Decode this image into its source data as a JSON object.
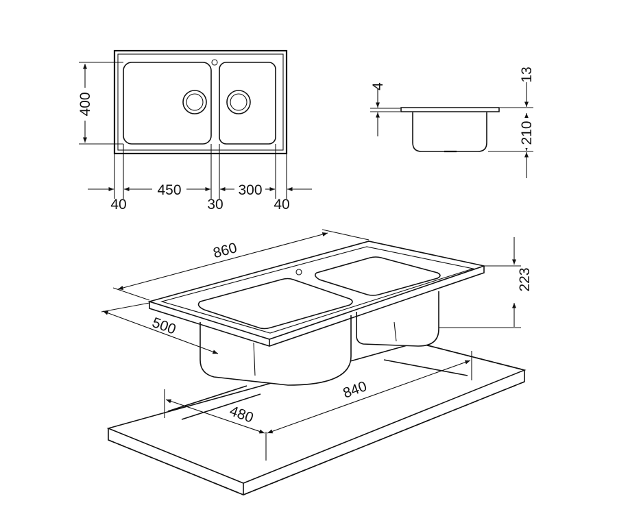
{
  "top_view": {
    "width_depth": "400",
    "left_margin": "40",
    "left_bowl": "450",
    "divider": "30",
    "right_bowl": "300",
    "right_margin": "40"
  },
  "side_view": {
    "rim_thickness": "4",
    "rim_height": "13",
    "bowl_depth": "210"
  },
  "iso_view": {
    "overall_length": "860",
    "overall_depth": "500",
    "overall_height": "223",
    "cutout_length": "840",
    "cutout_depth": "480"
  }
}
